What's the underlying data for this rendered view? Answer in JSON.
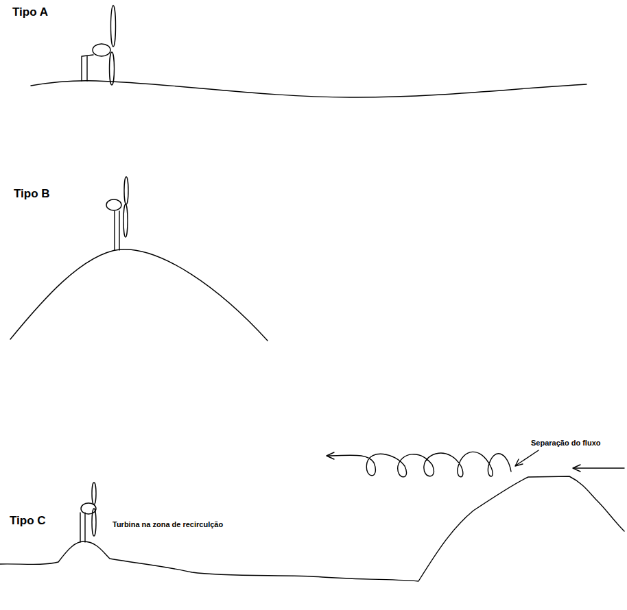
{
  "diagram": {
    "labels": [
      "Tipo A",
      "Tipo B",
      "Tipo C",
      "Separação do fluxo",
      "Turbina na zona de recirculção"
    ]
  }
}
